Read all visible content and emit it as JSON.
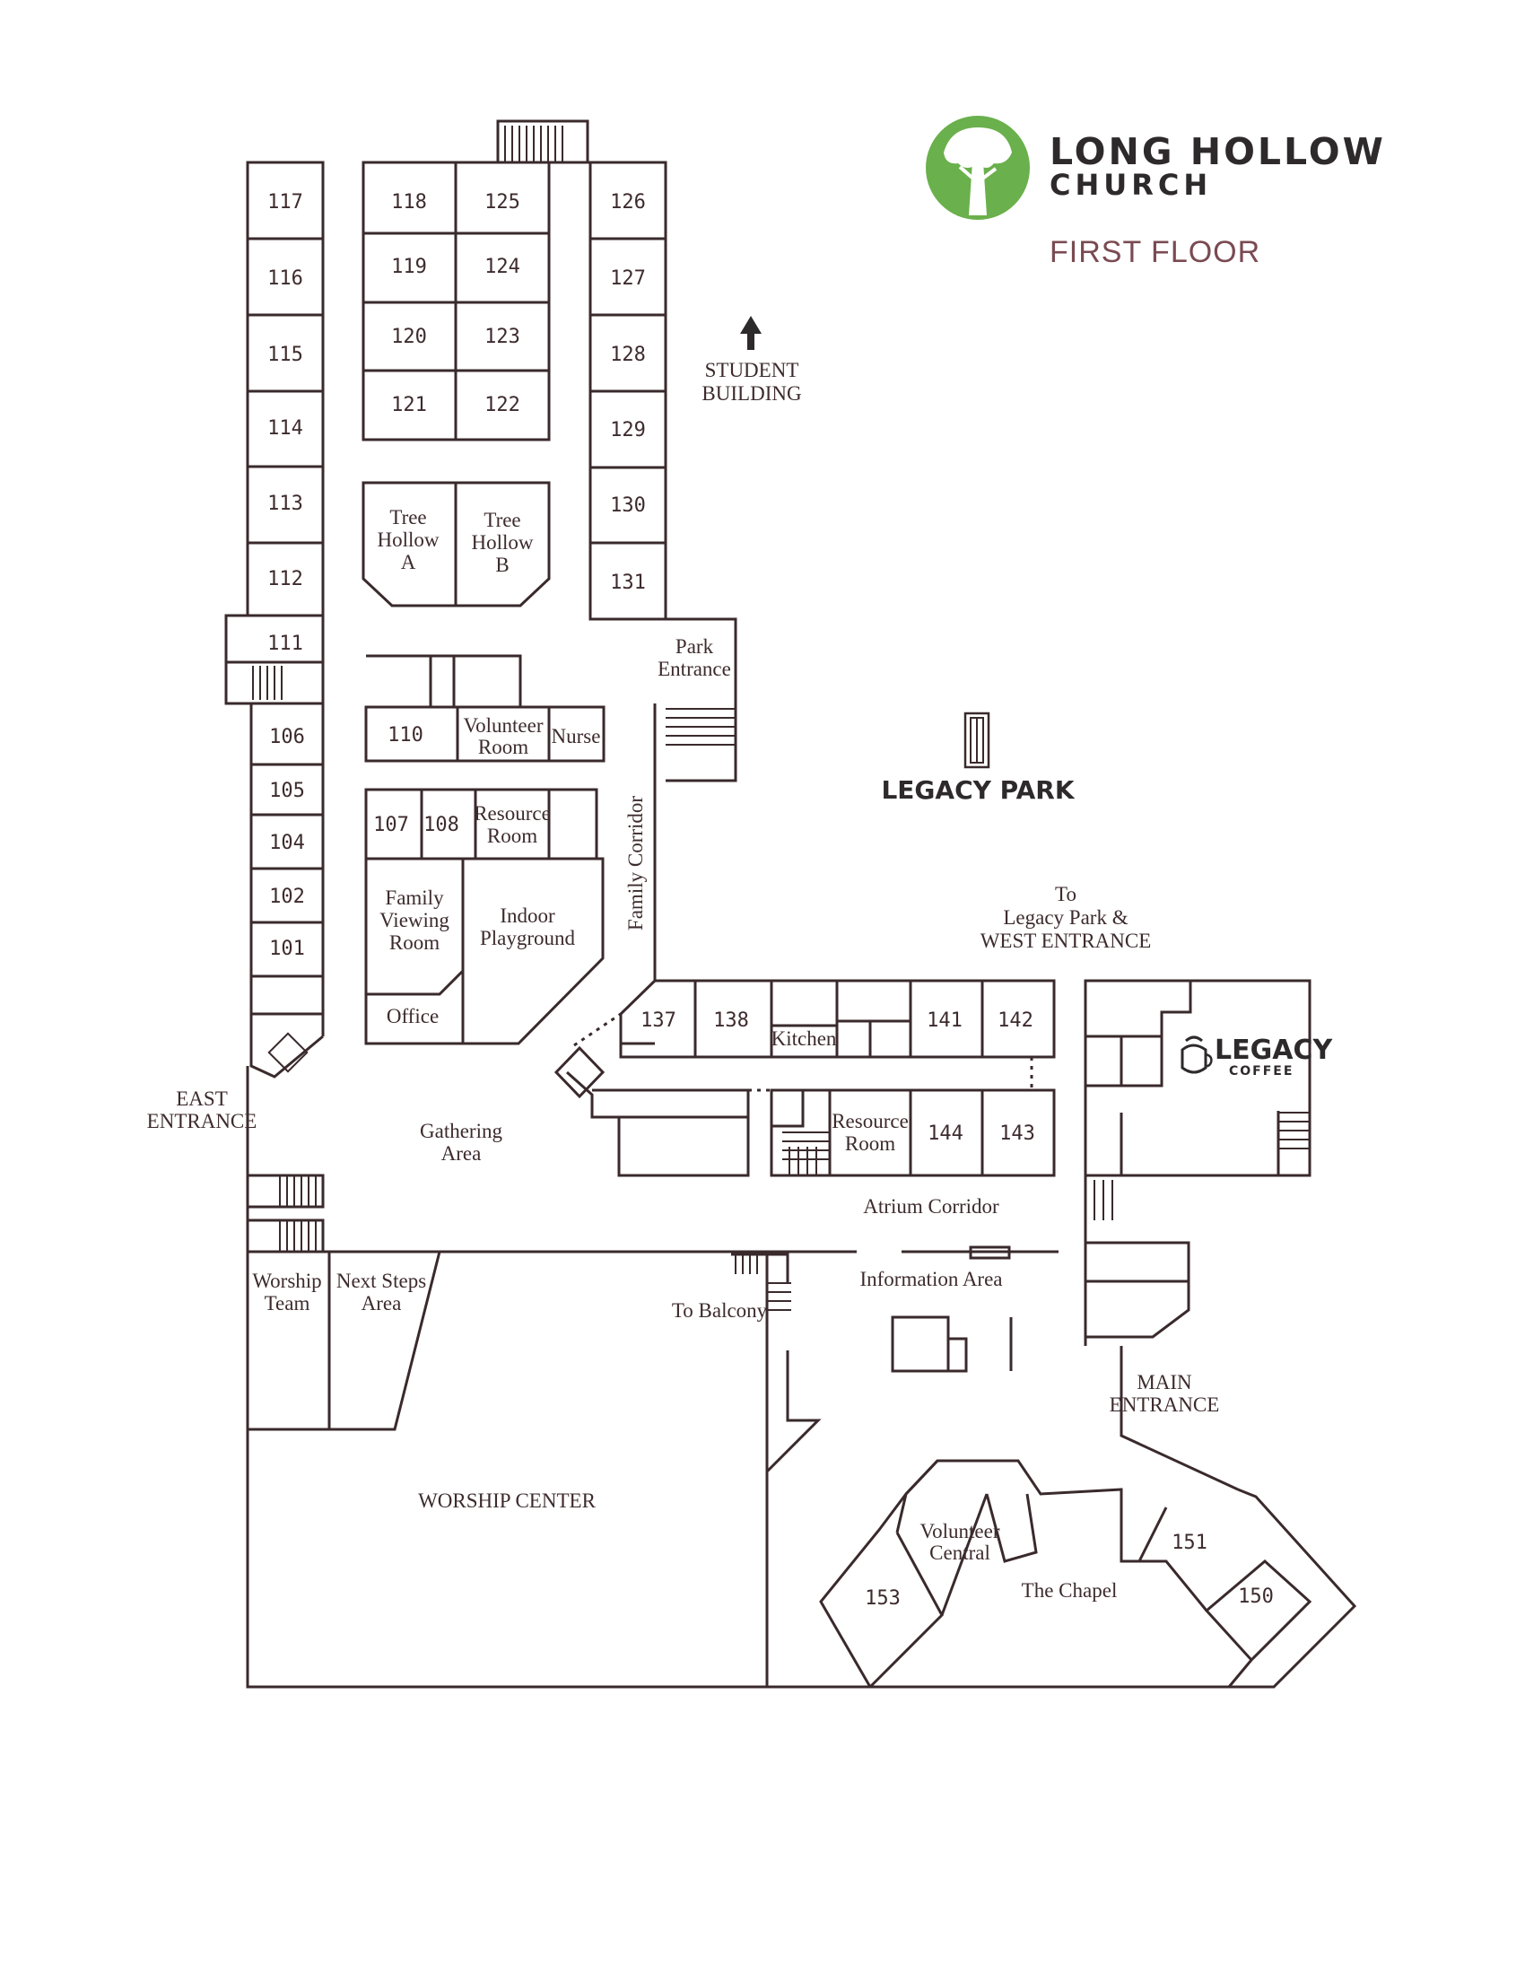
{
  "brand": {
    "name_line1": "LONG HOLLOW",
    "name_line2": "CHURCH",
    "floor": "FIRST FLOOR",
    "logo_icon": "tree-logo-icon",
    "logo_color": "#6ab04c"
  },
  "landmarks": {
    "legacy_park": "LEGACY PARK",
    "student_building_1": "STUDENT",
    "student_building_2": "BUILDING",
    "east_entrance_1": "EAST",
    "east_entrance_2": "ENTRANCE",
    "main_entrance_1": "MAIN",
    "main_entrance_2": "ENTRANCE",
    "park_entrance_1": "Park",
    "park_entrance_2": "Entrance",
    "west_1": "To",
    "west_2": "Legacy Park &",
    "west_3": "WEST ENTRANCE",
    "coffee_1": "LEGACY",
    "coffee_2": "COFFEE"
  },
  "rooms": {
    "r117": "117",
    "r116": "116",
    "r115": "115",
    "r114": "114",
    "r113": "113",
    "r112": "112",
    "r111": "111",
    "r106": "106",
    "r105": "105",
    "r104": "104",
    "r102": "102",
    "r101": "101",
    "r118": "118",
    "r119": "119",
    "r120": "120",
    "r121": "121",
    "r125": "125",
    "r124": "124",
    "r123": "123",
    "r122": "122",
    "r126": "126",
    "r127": "127",
    "r128": "128",
    "r129": "129",
    "r130": "130",
    "r131": "131",
    "r110": "110",
    "r107": "107",
    "r108": "108",
    "r137": "137",
    "r138": "138",
    "r141": "141",
    "r142": "142",
    "r144": "144",
    "r143": "143",
    "r151": "151",
    "r150": "150",
    "r153": "153",
    "tree_a_1": "Tree",
    "tree_a_2": "Hollow",
    "tree_a_3": "A",
    "tree_b_1": "Tree",
    "tree_b_2": "Hollow",
    "tree_b_3": "B",
    "volunteer_room_1": "Volunteer",
    "volunteer_room_2": "Room",
    "nurse": "Nurse",
    "resource_room_a_1": "Resource",
    "resource_room_a_2": "Room",
    "family_viewing_1": "Family",
    "family_viewing_2": "Viewing",
    "family_viewing_3": "Room",
    "indoor_playground_1": "Indoor",
    "indoor_playground_2": "Playground",
    "office": "Office",
    "kitchen": "Kitchen",
    "resource_room_b_1": "Resource",
    "resource_room_b_2": "Room",
    "worship_team_1": "Worship",
    "worship_team_2": "Team",
    "next_steps_1": "Next Steps",
    "next_steps_2": "Area",
    "volunteer_central_1": "Volunteer",
    "volunteer_central_2": "Central"
  },
  "areas": {
    "family_corridor": "Family Corridor",
    "gathering_1": "Gathering",
    "gathering_2": "Area",
    "atrium_corridor": "Atrium Corridor",
    "information_area": "Information Area",
    "to_balcony": "To Balcony",
    "worship_center": "WORSHIP CENTER",
    "chapel": "The Chapel"
  }
}
